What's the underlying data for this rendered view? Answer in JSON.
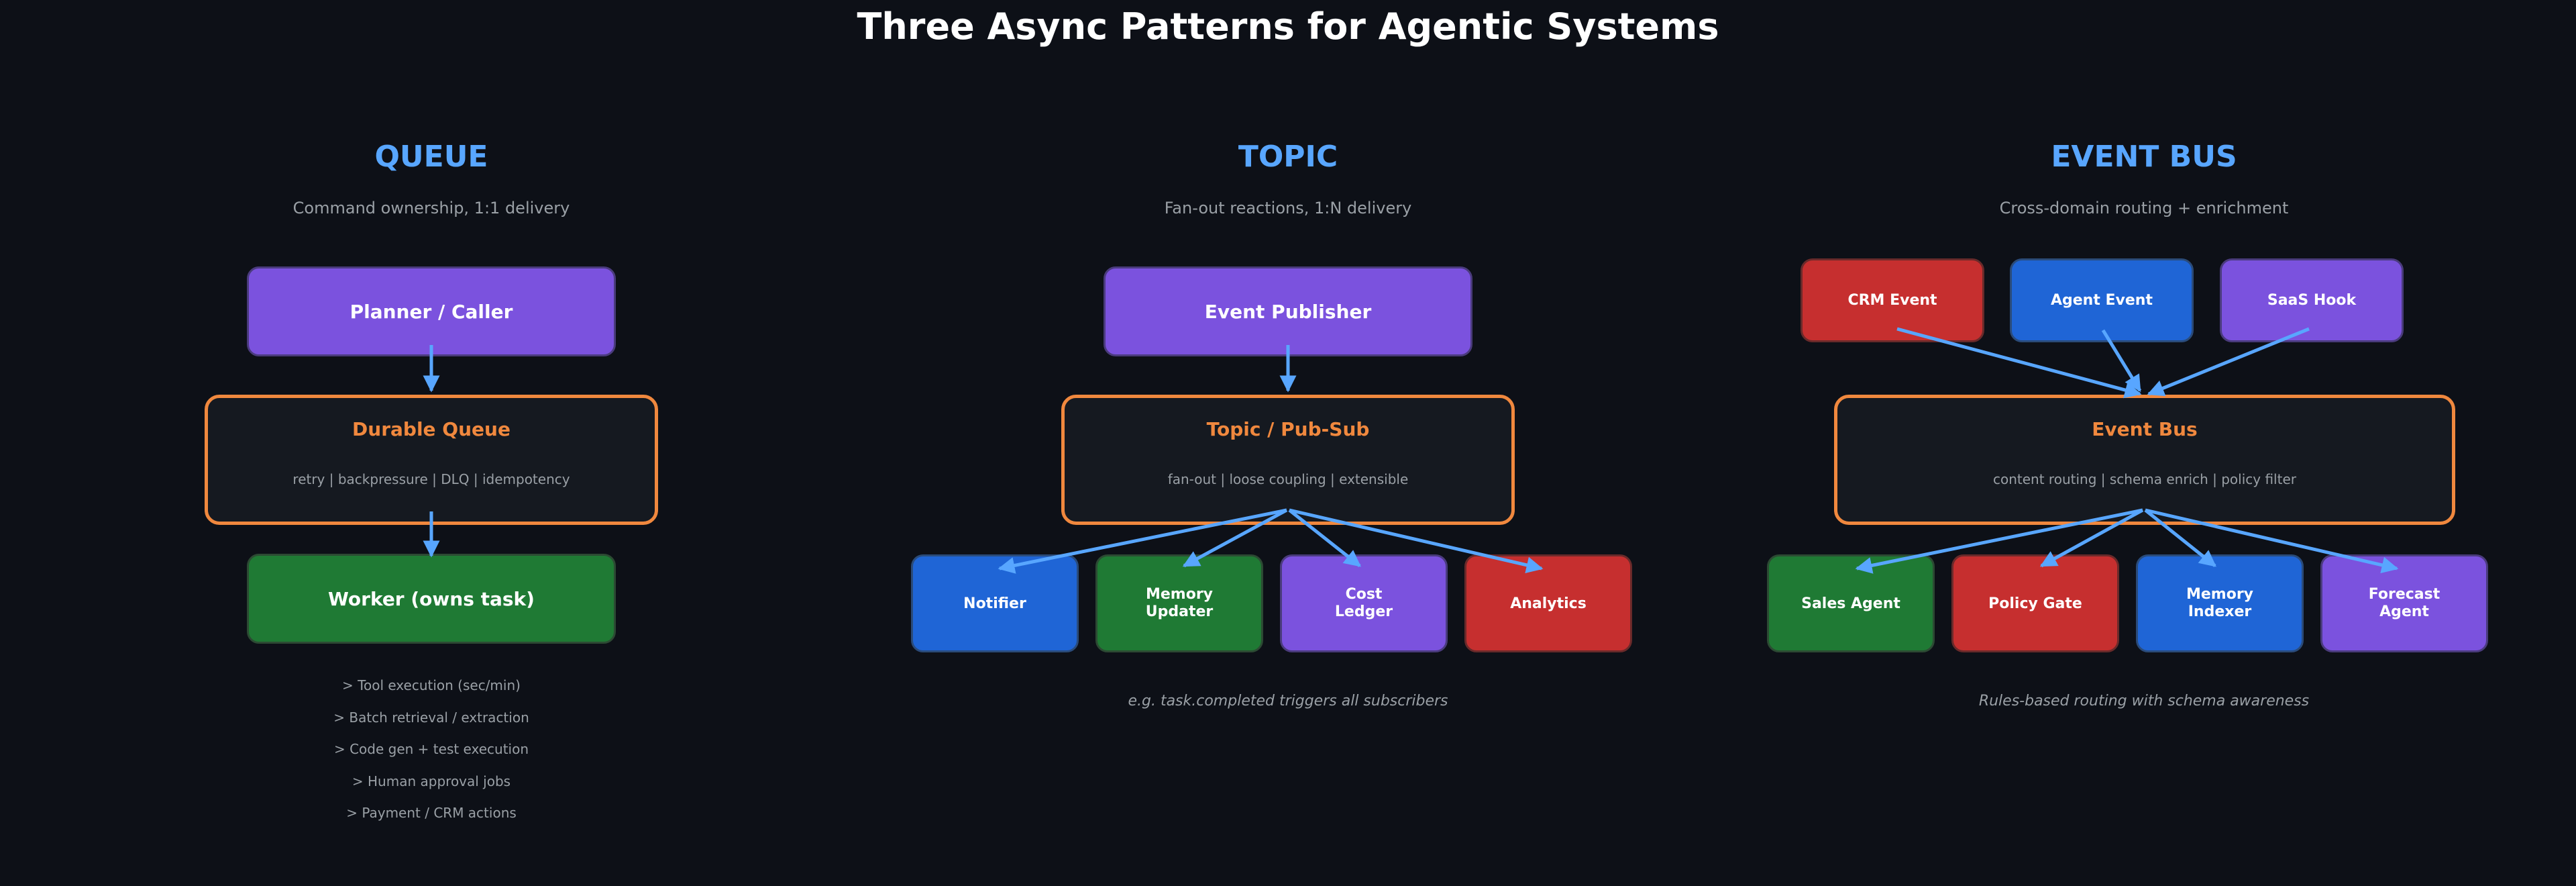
{
  "title": "Three Async Patterns for Agentic Systems",
  "colors": {
    "background": "#0d1017",
    "accent_title": "#58a6ff",
    "hub_border": "#f0883e",
    "arrow": "#58a6ff",
    "purple": "#7b52de",
    "green": "#1f7a34",
    "blue": "#1f65d6",
    "red": "#c62f2f"
  },
  "queue": {
    "title": "QUEUE",
    "subtitle": "Command ownership, 1:1 delivery",
    "producer": "Planner / Caller",
    "hub": {
      "title": "Durable Queue",
      "subtitle": "retry | backpressure | DLQ | idempotency"
    },
    "worker": "Worker (owns task)",
    "examples": [
      "> Tool execution (sec/min)",
      "> Batch retrieval / extraction",
      "> Code gen + test execution",
      "> Human approval jobs",
      "> Payment / CRM actions"
    ]
  },
  "topic": {
    "title": "TOPIC",
    "subtitle": "Fan-out reactions, 1:N delivery",
    "producer": "Event Publisher",
    "hub": {
      "title": "Topic / Pub-Sub",
      "subtitle": "fan-out | loose coupling | extensible"
    },
    "subscribers": [
      {
        "line1": "Notifier",
        "line2": "",
        "color": "blue"
      },
      {
        "line1": "Memory",
        "line2": "Updater",
        "color": "green"
      },
      {
        "line1": "Cost",
        "line2": "Ledger",
        "color": "purple"
      },
      {
        "line1": "Analytics",
        "line2": "",
        "color": "red"
      }
    ],
    "note": "e.g. task.completed triggers all subscribers"
  },
  "eventbus": {
    "title": "EVENT BUS",
    "subtitle": "Cross-domain routing + enrichment",
    "sources": [
      {
        "label": "CRM Event",
        "color": "red"
      },
      {
        "label": "Agent Event",
        "color": "blue"
      },
      {
        "label": "SaaS Hook",
        "color": "purple"
      }
    ],
    "hub": {
      "title": "Event Bus",
      "subtitle": "content routing | schema enrich | policy filter"
    },
    "targets": [
      {
        "line1": "Sales Agent",
        "line2": "",
        "color": "green"
      },
      {
        "line1": "Policy Gate",
        "line2": "",
        "color": "red"
      },
      {
        "line1": "Memory",
        "line2": "Indexer",
        "color": "blue"
      },
      {
        "line1": "Forecast",
        "line2": "Agent",
        "color": "purple"
      }
    ],
    "note": "Rules-based routing with schema awareness"
  }
}
